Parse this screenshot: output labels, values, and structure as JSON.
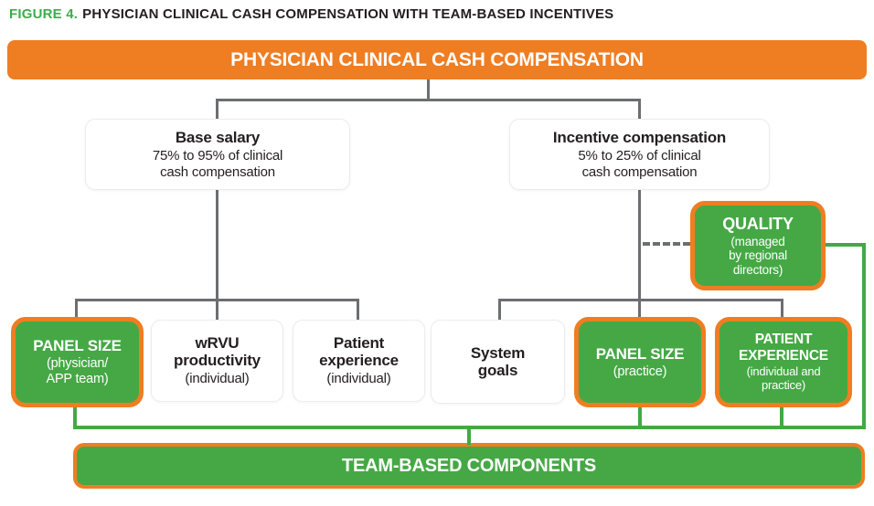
{
  "figure": {
    "label": "FIGURE 4.",
    "title": "PHYSICIAN CLINICAL CASH COMPENSATION WITH TEAM-BASED INCENTIVES"
  },
  "top_banner": {
    "label": "PHYSICIAN CLINICAL CASH COMPENSATION"
  },
  "boxes": {
    "base_salary": {
      "title": "Base salary",
      "subtitle": "75% to 95% of clinical\ncash compensation"
    },
    "incentive_compensation": {
      "title": "Incentive compensation",
      "subtitle": "5% to 25% of clinical\ncash compensation"
    },
    "quality": {
      "title": "QUALITY",
      "subtitle": "(managed\nby regional\ndirectors)"
    },
    "panel_size_team": {
      "title": "PANEL SIZE",
      "subtitle": "(physician/\nAPP team)"
    },
    "wrvu_productivity": {
      "title": "wRVU\nproductivity",
      "subtitle": "(individual)"
    },
    "patient_experience_individual": {
      "title": "Patient\nexperience",
      "subtitle": "(individual)"
    },
    "system_goals": {
      "title": "System\ngoals"
    },
    "panel_size_practice": {
      "title": "PANEL SIZE",
      "subtitle": "(practice)"
    },
    "patient_experience_team": {
      "title": "PATIENT\nEXPERIENCE",
      "subtitle": "(individual and\npractice)"
    }
  },
  "bottom_banner": {
    "label": "TEAM-BASED COMPONENTS"
  },
  "colors": {
    "orange": "#EF7D22",
    "green": "#45A845",
    "figure_green": "#3BAE49",
    "line_gray": "#6D6E71",
    "text_dark": "#231F20"
  }
}
